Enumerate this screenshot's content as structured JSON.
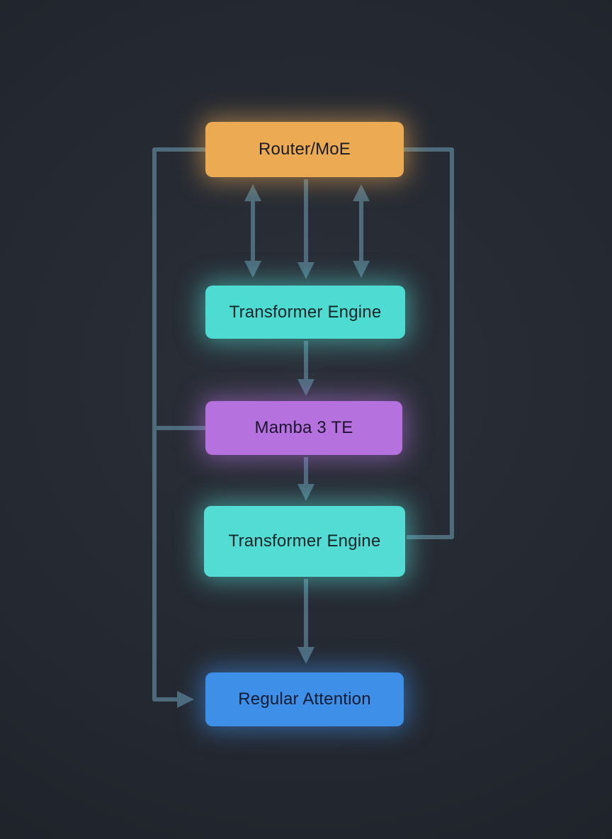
{
  "diagram": {
    "background_color": "#23272f",
    "connector_color": "#4d6b7b",
    "nodes": [
      {
        "id": "router-moe",
        "label": "Router/MoE",
        "fill": "#ecaa52",
        "glow": "rgba(236,170,82,0.55)",
        "text_color": "#181c22"
      },
      {
        "id": "transformer-engine-1",
        "label": "Transformer Engine",
        "fill": "#4edcd2",
        "glow": "rgba(78,220,210,0.55)",
        "text_color": "#122428"
      },
      {
        "id": "mamba-3-te",
        "label": "Mamba 3 TE",
        "fill": "#b571dd",
        "glow": "rgba(181,113,221,0.55)",
        "text_color": "#1d1430"
      },
      {
        "id": "transformer-engine-2",
        "label": "Transformer Engine",
        "fill": "#53dcd3",
        "glow": "rgba(83,220,211,0.55)",
        "text_color": "#122428"
      },
      {
        "id": "regular-attention",
        "label": "Regular Attention",
        "fill": "#3e8fe8",
        "glow": "rgba(62,143,232,0.55)",
        "text_color": "#0e1c33"
      }
    ],
    "edges": [
      {
        "from": "router-moe",
        "to": "transformer-engine-1",
        "type": "bidirectional-arrow",
        "position": "left"
      },
      {
        "from": "router-moe",
        "to": "transformer-engine-1",
        "type": "arrow-down",
        "position": "center"
      },
      {
        "from": "router-moe",
        "to": "transformer-engine-1",
        "type": "bidirectional-arrow",
        "position": "right"
      },
      {
        "from": "transformer-engine-1",
        "to": "mamba-3-te",
        "type": "arrow-down"
      },
      {
        "from": "mamba-3-te",
        "to": "transformer-engine-2",
        "type": "arrow-down"
      },
      {
        "from": "transformer-engine-2",
        "to": "regular-attention",
        "type": "arrow-down"
      },
      {
        "from": "router-moe",
        "to": "regular-attention",
        "type": "arrow",
        "route": "left-bypass"
      },
      {
        "from": "mamba-3-te",
        "to": "left-bypass-line",
        "type": "line",
        "route": "left-branch"
      },
      {
        "from": "router-moe",
        "to": "transformer-engine-2",
        "type": "line",
        "route": "right-bypass"
      }
    ]
  }
}
